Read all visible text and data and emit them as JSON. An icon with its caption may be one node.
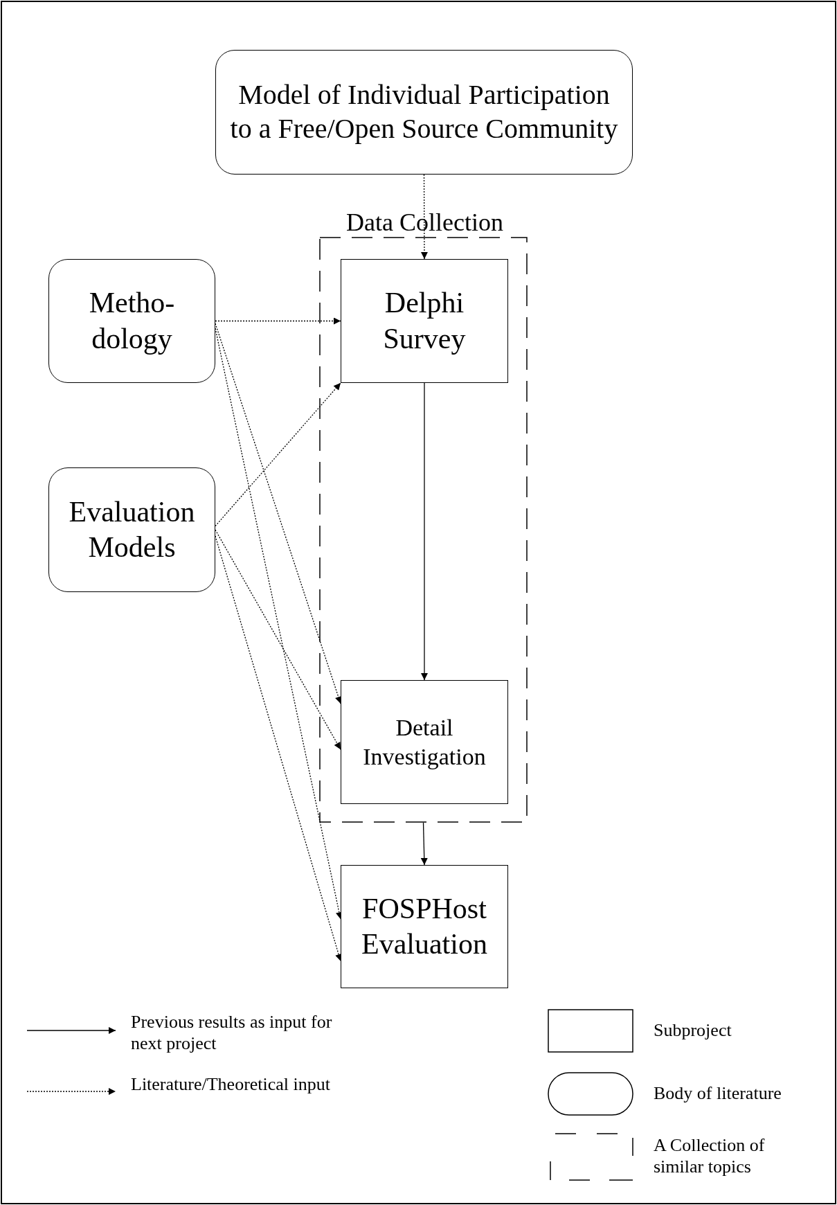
{
  "diagram": {
    "nodes": [
      {
        "text": [
          "Model of Individual Participation to a Free/Open Source Community"
        ]
      },
      {
        "text": [
          "Data Collection"
        ]
      },
      {
        "text": [
          "Delphi Survey"
        ],
        "in": 1
      },
      {
        "text": [
          "Metho-dology"
        ]
      },
      {
        "text": [
          "Evaluation Models"
        ]
      },
      {
        "text": [
          "Detail Investigation"
        ],
        "in": 1
      },
      {
        "text": [
          "FOSPHost Evaluation"
        ]
      }
    ],
    "edges": [
      {
        "from": 0,
        "to": 2,
        "arrow": "to",
        "style": "dashed"
      },
      {
        "from": 3,
        "to": 2,
        "arrow": "to",
        "style": "dashed"
      },
      {
        "from": 3,
        "to": 5,
        "arrow": "to",
        "style": "dashed"
      },
      {
        "from": 3,
        "to": 6,
        "arrow": "to",
        "style": "dashed"
      },
      {
        "from": 4,
        "to": 2,
        "arrow": "to",
        "style": "dashed"
      },
      {
        "from": 4,
        "to": 5,
        "arrow": "to",
        "style": "dashed"
      },
      {
        "from": 4,
        "to": 6,
        "arrow": "to",
        "style": "dashed"
      },
      {
        "from": 2,
        "to": 5,
        "arrow": "to"
      },
      {
        "from": 1,
        "to": 6,
        "arrow": "to"
      }
    ],
    "legend": [
      {
        "text": "Previous results as input for next project"
      },
      {
        "text": "Literature/Theoretical input"
      },
      {
        "text": "Subproject"
      },
      {
        "text": "Body of literature"
      },
      {
        "text": "A Collection of similar topics"
      }
    ]
  }
}
